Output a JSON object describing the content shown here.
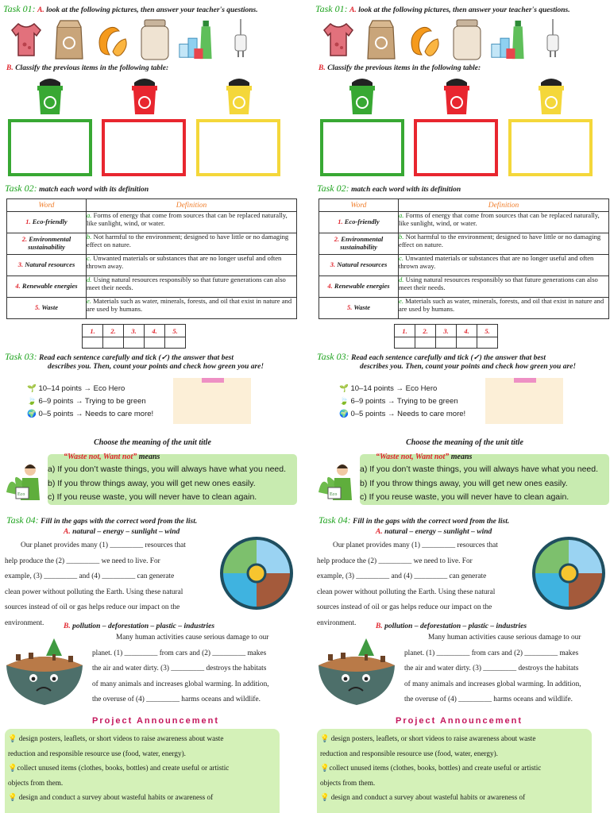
{
  "task1": {
    "tag": "Task 01:",
    "part_a": "A.",
    "instruction": "look at the following pictures, then answer your teacher's questions.",
    "icons": [
      "tshirt-icon",
      "paper-bag-icon",
      "orange-peel-icon",
      "jar-icon",
      "bottles-icon",
      "charger-icon"
    ]
  },
  "task1b": {
    "part_b": "B.",
    "instruction": "Classify the previous items in the following table:",
    "bins": [
      {
        "name": "green-bin",
        "color": "#38a833"
      },
      {
        "name": "red-bin",
        "color": "#e8262f"
      },
      {
        "name": "yellow-bin",
        "color": "#f4d73a"
      }
    ]
  },
  "task2": {
    "tag": "Task 02:",
    "instruction": "match each word with its definition",
    "col_word": "Word",
    "col_def": "Definition",
    "rows": [
      {
        "num": "1.",
        "word": "Eco-friendly",
        "letter": "a.",
        "definition": "Forms of energy that come from sources that can be replaced naturally, like sunlight, wind, or water."
      },
      {
        "num": "2.",
        "word": "Environmental sustainability",
        "letter": "b.",
        "definition": "Not harmful to the environment; designed to have little or no damaging effect on nature."
      },
      {
        "num": "3.",
        "word": "Natural resources",
        "letter": "c.",
        "definition": "Unwanted materials or substances that are no longer useful and often thrown away."
      },
      {
        "num": "4.",
        "word": "Renewable energies",
        "letter": "d.",
        "definition": "Using natural resources responsibly so that future generations can also meet their needs."
      },
      {
        "num": "5.",
        "word": "Waste",
        "letter": "e.",
        "definition": "Materials such as water, minerals, forests, and oil that exist in nature and are used by humans."
      }
    ],
    "answer_labels": [
      "1.",
      "2.",
      "3.",
      "4.",
      "5."
    ]
  },
  "task3": {
    "tag": "Task 03:",
    "instruction_line1": "Read each sentence carefully and tick (✓) the answer that best",
    "instruction_line2": "describes you. Then, count your points and check how green you are!",
    "scores": [
      "10–14 points → Eco Hero",
      "6–9 points → Trying to be green",
      "0–5 points → Needs to care more!"
    ]
  },
  "meaning": {
    "heading": "Choose the meaning of the unit title",
    "title_quote": "“Waste not, Want not”",
    "means": "means",
    "options": [
      "a) If you don’t waste things, you will always have what you need.",
      "b) If you throw things away, you will get new ones easily.",
      "c) If you reuse waste, you will never have to clean again."
    ],
    "sign_text": "Eco"
  },
  "task4": {
    "tag": "Task 04:",
    "instruction": "Fill in the gaps with the correct word from the list.",
    "a_label": "A.",
    "a_words": "natural – energy – sunlight – wind",
    "a_lines": [
      "Our planet provides many (1) _________ resources that",
      "help produce the (2) _________ we need to live. For",
      "example, (3) _________ and (4) _________ can generate",
      "clean power without polluting the Earth. Using these natural",
      "sources instead of oil or gas helps reduce our impact on the",
      "environment."
    ],
    "b_label": "B.",
    "b_words": "pollution – deforestation – plastic – industries",
    "b_lines": [
      "Many human activities cause serious damage to our",
      "planet. (1) _________ from cars and (2) _________ makes",
      "the air and water dirty. (3) _________ destroys the habitats",
      "of many animals and increases global warming. In addition,",
      "the overuse of (4) _________ harms oceans and wildlife."
    ]
  },
  "project": {
    "heading": "Project Announcement",
    "items": [
      [
        "design posters, leaflets, or short videos to raise awareness about waste",
        "reduction and responsible resource use (food, water, energy)."
      ],
      [
        "collect unused items (clothes, books, bottles) and create useful or artistic",
        "objects from them."
      ],
      [
        "design and conduct a survey about wasteful habits or awareness of"
      ]
    ]
  }
}
